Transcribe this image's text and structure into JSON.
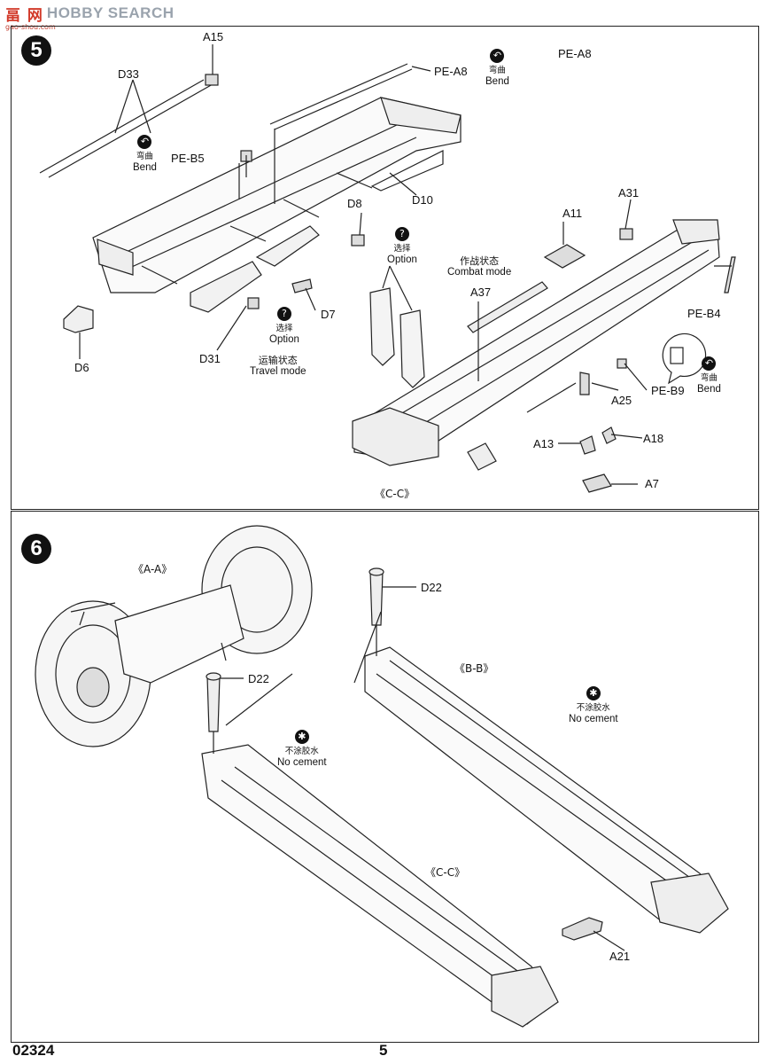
{
  "watermark": {
    "logo": "畐 网",
    "text": "HOBBY SEARCH",
    "url": "gao-shou.com"
  },
  "step5": {
    "number": "5",
    "parts": {
      "A15": "A15",
      "D33": "D33",
      "PE_A8_a": "PE-A8",
      "PE_A8_b": "PE-A8",
      "PE_B5": "PE-B5",
      "D10": "D10",
      "D8": "D8",
      "A31": "A31",
      "A11": "A11",
      "A37": "A37",
      "PE_B4": "PE-B4",
      "D7": "D7",
      "D6": "D6",
      "D31": "D31",
      "PE_B9": "PE-B9",
      "A25": "A25",
      "A13": "A13",
      "A18": "A18",
      "A7": "A7"
    },
    "bend_cn": "弯曲",
    "bend_en": "Bend",
    "option_cn": "选择",
    "option_en": "Option",
    "combat_cn": "作战状态",
    "combat_en": "Combat mode",
    "travel_cn": "运输状态",
    "travel_en": "Travel mode",
    "view_cc": "《C-C》"
  },
  "step6": {
    "number": "6",
    "parts": {
      "D22_a": "D22",
      "D22_b": "D22",
      "A21": "A21"
    },
    "view_aa": "《A-A》",
    "view_bb": "《B-B》",
    "view_cc": "《C-C》",
    "nocement_cn": "不涂胶水",
    "nocement_en": "No cement"
  },
  "footer": {
    "kit_number": "02324",
    "page_number": "5"
  }
}
